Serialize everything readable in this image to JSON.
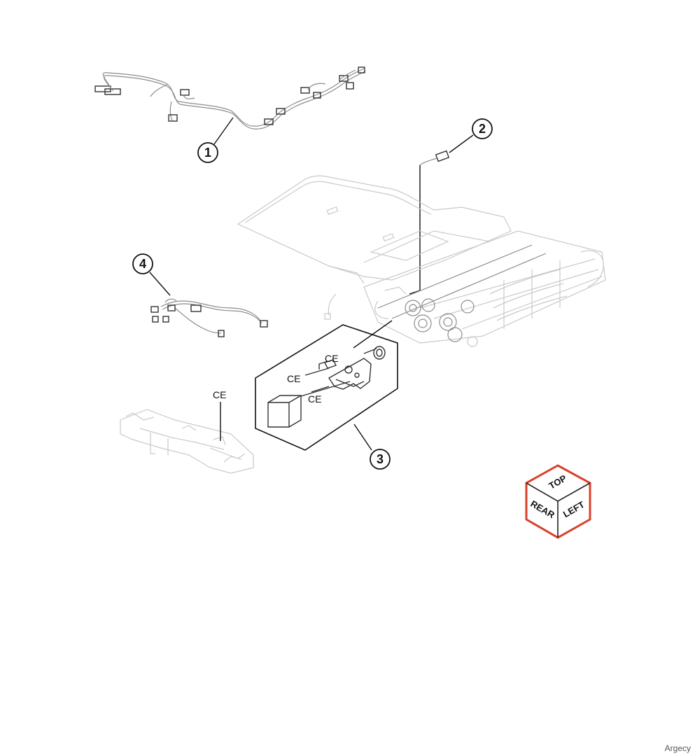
{
  "callouts": {
    "c1": "1",
    "c2": "2",
    "c3": "3",
    "c4": "4"
  },
  "ce_labels": {
    "ce_upper": "CE",
    "ce_middle": "CE",
    "ce_lower": "CE",
    "ce_bracket": "CE"
  },
  "orientation_cube": {
    "top": "TOP",
    "rear": "REAR",
    "left": "LEFT",
    "border_color": "#d9412b"
  },
  "watermark": "Argecy"
}
